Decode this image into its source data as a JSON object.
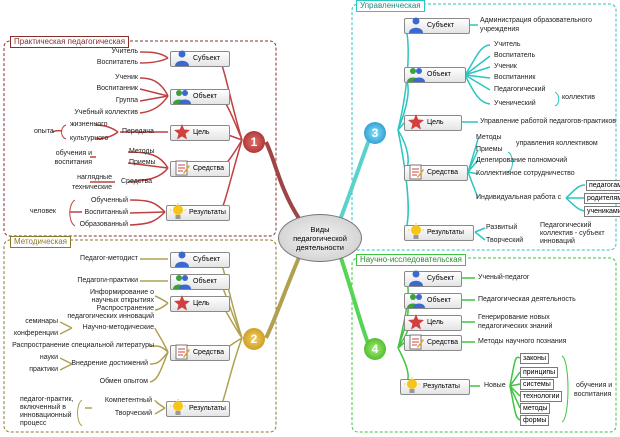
{
  "center": [
    "Виды",
    "педагогической",
    "деятельности"
  ],
  "practical": {
    "title": "Практическая педагогическая",
    "number": "1",
    "subject": {
      "label": "Субъект",
      "items": [
        "Учитель",
        "Воспитатель"
      ]
    },
    "object": {
      "label": "Объект",
      "items": [
        "Ученик",
        "Воспитанник",
        "Группа",
        "Учебный коллектив"
      ]
    },
    "goal": {
      "label": "Цель",
      "transfer": "Передача",
      "experience": "опыта",
      "kinds": [
        "жизненного",
        "культурного"
      ]
    },
    "means": {
      "label": "Средства",
      "methods": "Методы",
      "techniques": "Приемы",
      "training": [
        "обучения и",
        "воспитания"
      ],
      "means": "Средства",
      "visual": [
        "наглядные",
        "технические"
      ]
    },
    "results": {
      "label": "Результаты",
      "person": "человек",
      "items": [
        "Обученный",
        "Воспитанный",
        "Образованный"
      ]
    }
  },
  "methodical": {
    "title": "Методическая",
    "number": "2",
    "subject": {
      "label": "Субъект",
      "item": "Педагог-методист"
    },
    "object": {
      "label": "Объект",
      "item": "Педагоги-практики"
    },
    "goal": {
      "label": "Цель",
      "items": [
        "Информирование о",
        "научных открытиях",
        "Распространение",
        "педагогических инноваций"
      ]
    },
    "means": {
      "label": "Средства",
      "items": [
        "Научно-методические",
        "Распространение специальной литературы",
        "Внедрение достижений",
        "Обмен опытом"
      ],
      "seminars": [
        "семинары",
        "конференции"
      ],
      "science": [
        "науки",
        "практики"
      ]
    },
    "results": {
      "label": "Результаты",
      "items": [
        "Компетентный",
        "Творческий"
      ],
      "description": [
        "педагог-практик,",
        "включенный в",
        "инновационный",
        "процесс"
      ]
    }
  },
  "managerial": {
    "title": "Управленческая",
    "number": "3",
    "subject": {
      "label": "Субъект",
      "items": [
        "Администрация образовательного",
        "учреждения"
      ]
    },
    "object": {
      "label": "Объект",
      "items": [
        "Учитель",
        "Воспитатель",
        "Ученик",
        "Воспитанник",
        "Педагогический",
        "Ученический"
      ],
      "collective": "коллектив"
    },
    "goal": {
      "label": "Цель",
      "item": "Управление работой педагогов-практиков"
    },
    "means": {
      "label": "Средства",
      "methods": "Методы",
      "techniques": "Приемы",
      "management": "управления коллективом",
      "items": [
        "Делегирование полномочий",
        "Коллективное сотрудничество",
        "Индивидуальная работа с"
      ],
      "with": [
        "педагогами",
        "родителями",
        "учениками"
      ]
    },
    "results": {
      "label": "Результаты",
      "items": [
        "Развитый",
        "Творческий"
      ],
      "description": [
        "Педагогический",
        "коллектив - субъект",
        "инноваций"
      ]
    }
  },
  "research": {
    "title": "Научно-исследовательская",
    "number": "4",
    "subject": {
      "label": "Субъект",
      "item": "Ученый-педагог"
    },
    "object": {
      "label": "Объект",
      "item": "Педагогическая деятельность"
    },
    "goal": {
      "label": "Цель",
      "items": [
        "Генерирование новых",
        "педагогических знаний"
      ]
    },
    "means": {
      "label": "Средства",
      "item": "Методы научного познания"
    },
    "results": {
      "label": "Результаты",
      "new": "Новые",
      "items": [
        "законы",
        "принципы",
        "системы",
        "технологии",
        "методы",
        "формы"
      ],
      "description": [
        "обучения и",
        "воспитания"
      ]
    }
  },
  "colors": {
    "practical": "#8b2e2e",
    "methodical": "#8a7a2a",
    "managerial": "#2ac6c0",
    "research": "#3fc43f"
  }
}
